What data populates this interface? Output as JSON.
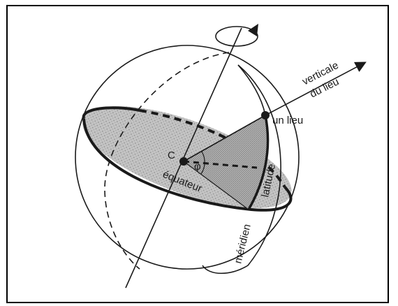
{
  "diagram": {
    "labels": {
      "vertical_line1": "verticale",
      "vertical_line2": "du lieu",
      "place": "un lieu",
      "center": "C",
      "angle": "φ",
      "equator": "équateur",
      "latitude": "latitude",
      "meridian": "méridien"
    },
    "colors": {
      "frame": "#000000",
      "line": "#1a1a1a",
      "equator_fill": "#bdbdbd",
      "latitude_sector_fill": "#a9a9a9"
    }
  }
}
